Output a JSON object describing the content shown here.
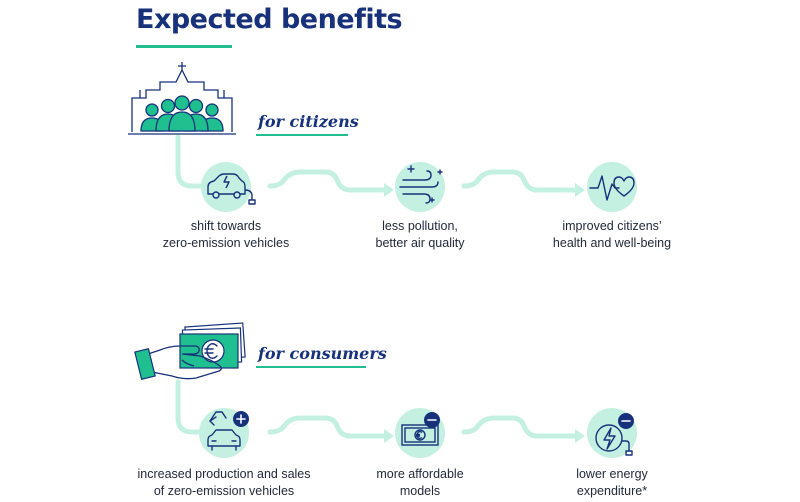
{
  "title": "Expected benefits",
  "colors": {
    "navy": "#17327a",
    "accent_green": "#1fbf8f",
    "mint": "#c4f0e2",
    "text": "#222a3a"
  },
  "sections": [
    {
      "label": "for citizens",
      "icon": "citizens-crowd-icon",
      "steps": [
        {
          "icon": "electric-car-icon",
          "lines": [
            "shift towards",
            "zero-emission vehicles"
          ]
        },
        {
          "icon": "clean-air-icon",
          "lines": [
            "less pollution,",
            "better air quality"
          ]
        },
        {
          "icon": "heart-health-icon",
          "lines": [
            "improved citizens’",
            "health and well-being"
          ]
        }
      ]
    },
    {
      "label": "for consumers",
      "icon": "hand-with-money-icon",
      "steps": [
        {
          "icon": "car-production-plus-icon",
          "lines": [
            "increased production and sales",
            "of zero-emission vehicles"
          ]
        },
        {
          "icon": "banknote-minus-icon",
          "lines": [
            "more affordable",
            "models"
          ]
        },
        {
          "icon": "energy-minus-icon",
          "lines": [
            "lower energy",
            "expenditure*"
          ]
        }
      ]
    }
  ]
}
